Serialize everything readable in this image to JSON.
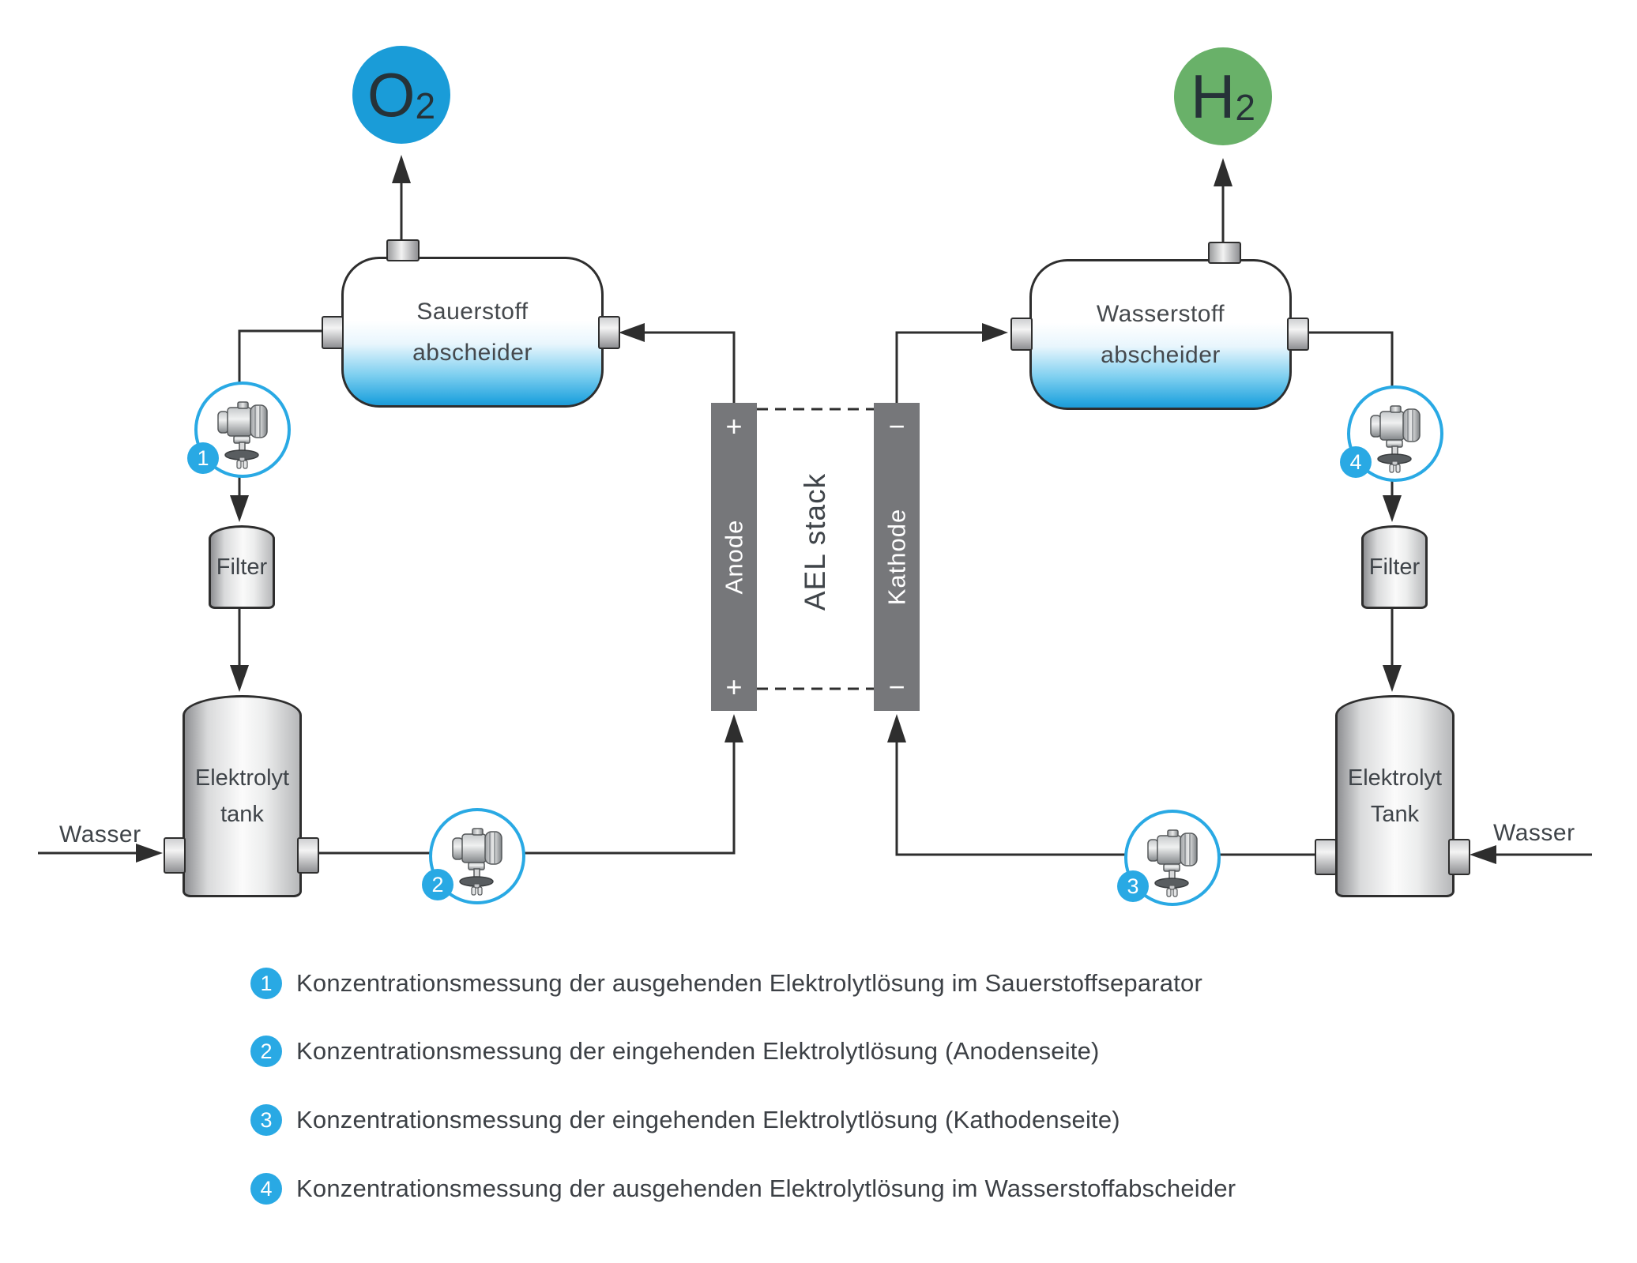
{
  "colors": {
    "accent_blue": "#29a9e4",
    "o2_circle_blue": "#1a9cd8",
    "h2_circle_green": "#69b169",
    "vessel_liquid_blue": "#29a7e0",
    "electrode_bar_gray": "#76777a",
    "line_dark": "#2e2e2e",
    "text_dark": "#3f4449"
  },
  "gases": {
    "o2": {
      "symbol": "O",
      "sub": "2"
    },
    "h2": {
      "symbol": "H",
      "sub": "2"
    }
  },
  "separators": {
    "oxygen": {
      "line1": "Sauerstoff",
      "line2": "abscheider"
    },
    "hydrogen": {
      "line1": "Wasserstoff",
      "line2": "abscheider"
    }
  },
  "stack": {
    "label": "AEL stack",
    "anode": {
      "label": "Anode",
      "polarity": "+"
    },
    "kathode": {
      "label": "Kathode",
      "polarity": "−"
    }
  },
  "filters": {
    "left": "Filter",
    "right": "Filter"
  },
  "tanks": {
    "left": {
      "line1": "Elektrolyt",
      "line2": "tank"
    },
    "right": {
      "line1": "Elektrolyt",
      "line2": "Tank"
    }
  },
  "water": {
    "left": "Wasser",
    "right": "Wasser"
  },
  "sensors": {
    "s1": "1",
    "s2": "2",
    "s3": "3",
    "s4": "4"
  },
  "legend": {
    "items": [
      {
        "num": "1",
        "text": "Konzentrationsmessung der ausgehenden Elektrolytlösung im Sauerstoffseparator"
      },
      {
        "num": "2",
        "text": "Konzentrationsmessung der eingehenden Elektrolytlösung (Anodenseite)"
      },
      {
        "num": "3",
        "text": "Konzentrationsmessung der eingehenden Elektrolytlösung (Kathodenseite)"
      },
      {
        "num": "4",
        "text": "Konzentrationsmessung der ausgehenden Elektrolytlösung im Wasserstoffabscheider"
      }
    ]
  }
}
